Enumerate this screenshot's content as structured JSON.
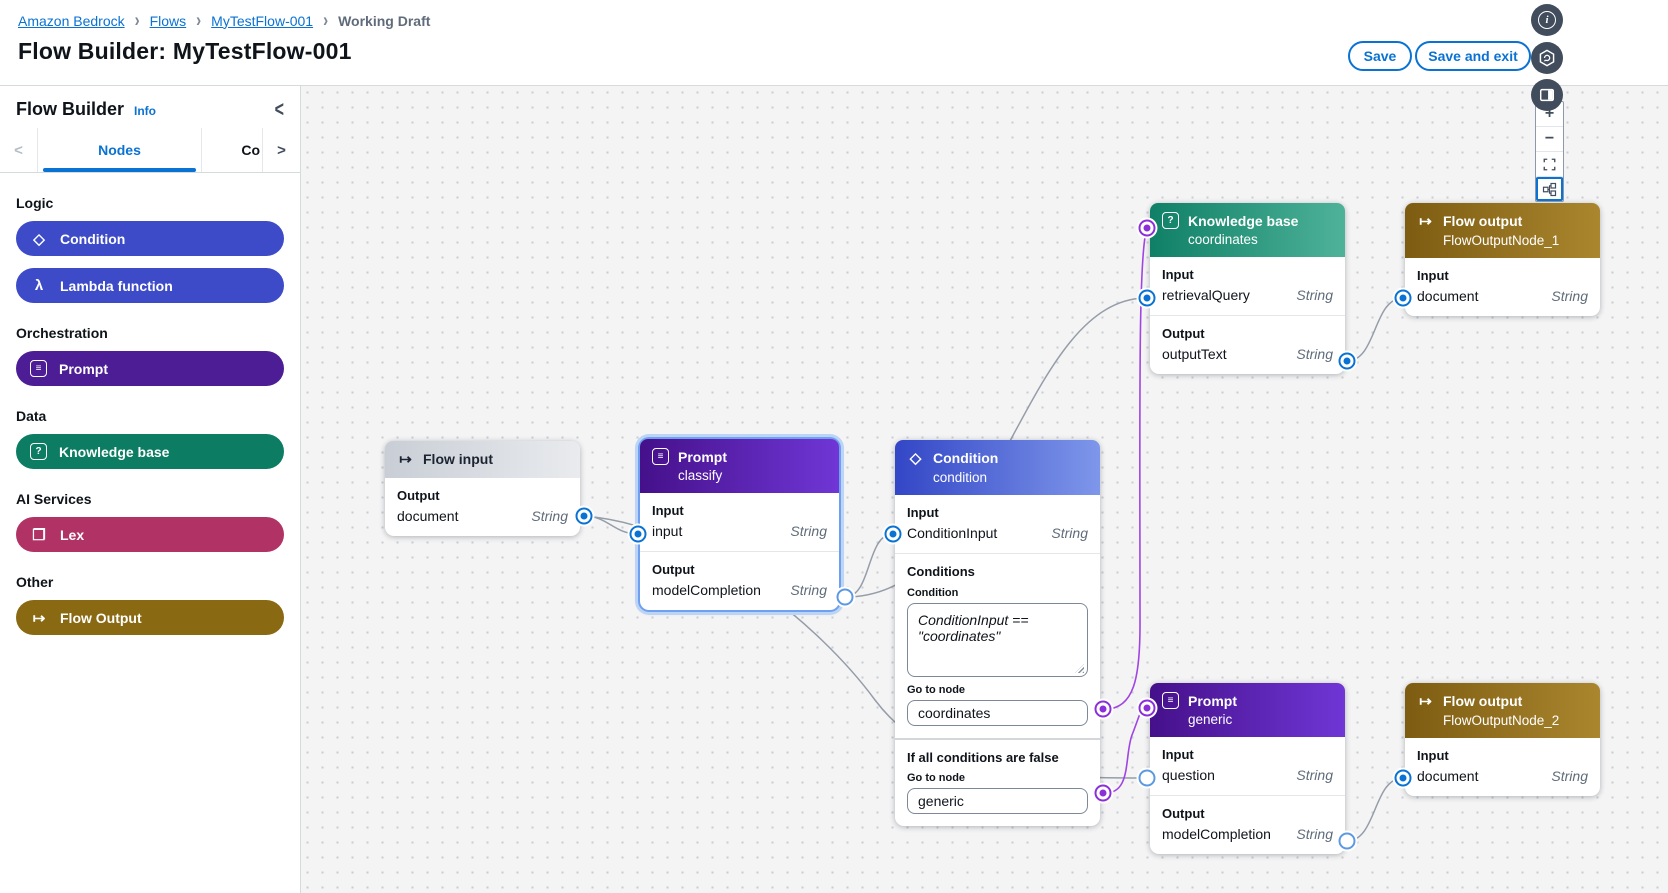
{
  "colors": {
    "accent_blue": "#0972d3",
    "logic_pill": "#3d4bc8",
    "prompt_pill": "#4c1d95",
    "knowledge_pill": "#0c7d62",
    "lex_pill": "#b13366",
    "flow_output_pill": "#8a6913",
    "purple_edge": "#a044e3",
    "gray_edge": "#959da8",
    "canvas_bg": "#f4f4f5"
  },
  "breadcrumb": {
    "items": [
      "Amazon Bedrock",
      "Flows",
      "MyTestFlow-001",
      "Working Draft"
    ],
    "separator": "›"
  },
  "page": {
    "title": "Flow Builder: MyTestFlow-001"
  },
  "actions": {
    "save": "Save",
    "save_and_exit": "Save and exit"
  },
  "zoom_controls": {
    "zoom_in": "+",
    "zoom_out": "−"
  },
  "sidebar": {
    "title": "Flow Builder",
    "info": "Info",
    "tabs": {
      "left_scroll": "<",
      "nodes": "Nodes",
      "configure_truncated": "Co",
      "right_scroll": ">"
    },
    "collapse": "<",
    "sections": [
      {
        "label": "Logic",
        "items": [
          {
            "label": "Condition",
            "icon": "◇"
          },
          {
            "label": "Lambda function",
            "icon": "λ"
          }
        ]
      },
      {
        "label": "Orchestration",
        "items": [
          {
            "label": "Prompt",
            "icon": "≡"
          }
        ]
      },
      {
        "label": "Data",
        "items": [
          {
            "label": "Knowledge base",
            "icon": "?"
          }
        ]
      },
      {
        "label": "AI Services",
        "items": [
          {
            "label": "Lex",
            "icon": "❐"
          }
        ]
      },
      {
        "label": "Other",
        "items": [
          {
            "label": "Flow Output",
            "icon": "↦"
          }
        ]
      }
    ]
  },
  "canvas": {
    "nodes": {
      "flow_input": {
        "title": "Flow input",
        "icon": "↦",
        "output_label": "Output",
        "output_field": "document",
        "output_type": "String"
      },
      "prompt_classify": {
        "title": "Prompt",
        "name": "classify",
        "icon": "≡",
        "input_label": "Input",
        "input_field": "input",
        "input_type": "String",
        "output_label": "Output",
        "output_field": "modelCompletion",
        "output_type": "String"
      },
      "condition": {
        "title": "Condition",
        "name": "condition",
        "icon": "◇",
        "input_label": "Input",
        "input_field": "ConditionInput",
        "input_type": "String",
        "conditions_label": "Conditions",
        "condition_label": "Condition",
        "expression": "ConditionInput ==\n\"coordinates\"",
        "goto_label": "Go to node",
        "goto_value": "coordinates",
        "else_label": "If all conditions are false",
        "else_goto_label": "Go to node",
        "else_goto_value": "generic"
      },
      "knowledge_base": {
        "title": "Knowledge base",
        "name": "coordinates",
        "icon": "?",
        "input_label": "Input",
        "input_field": "retrievalQuery",
        "input_type": "String",
        "output_label": "Output",
        "output_field": "outputText",
        "output_type": "String"
      },
      "flow_output_1": {
        "title": "Flow output",
        "name": "FlowOutputNode_1",
        "icon": "↦",
        "input_label": "Input",
        "input_field": "document",
        "input_type": "String"
      },
      "prompt_generic": {
        "title": "Prompt",
        "name": "generic",
        "icon": "≡",
        "input_label": "Input",
        "input_field": "question",
        "input_type": "String",
        "output_label": "Output",
        "output_field": "modelCompletion",
        "output_type": "String"
      },
      "flow_output_2": {
        "title": "Flow output",
        "name": "FlowOutputNode_2",
        "icon": "↦",
        "input_label": "Input",
        "input_field": "document",
        "input_type": "String"
      }
    },
    "connections": [
      {
        "from": "Flow input.document",
        "to": "classify.input",
        "color": "gray"
      },
      {
        "from": "Flow input.document",
        "to": "generic.question",
        "color": "gray"
      },
      {
        "from": "classify.modelCompletion",
        "to": "condition.ConditionInput",
        "color": "gray"
      },
      {
        "from": "classify.modelCompletion",
        "to": "coordinates.retrievalQuery",
        "color": "gray"
      },
      {
        "from": "coordinates.outputText",
        "to": "FlowOutputNode_1.document",
        "color": "gray"
      },
      {
        "from": "generic.modelCompletion",
        "to": "FlowOutputNode_2.document",
        "color": "gray"
      },
      {
        "from": "condition.goto-coordinates",
        "to": "coordinates",
        "color": "purple"
      },
      {
        "from": "condition.goto-generic",
        "to": "generic",
        "color": "purple"
      }
    ]
  }
}
